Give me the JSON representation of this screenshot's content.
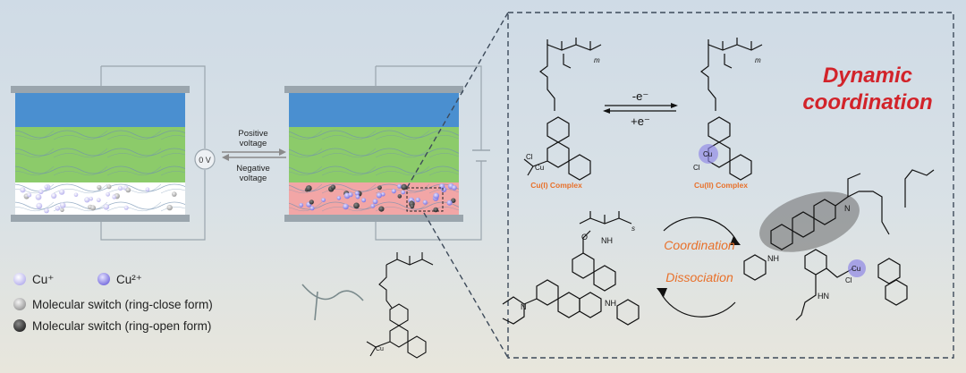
{
  "voltage_meter": "0 V",
  "arrow_top": "Positive voltage",
  "arrow_top_l1": "Positive",
  "arrow_top_l2": "voltage",
  "arrow_bot_l1": "Negative",
  "arrow_bot_l2": "voltage",
  "title_l1": "Dynamic",
  "title_l2": "coordination",
  "redox_top": "-e⁻",
  "redox_bot": "+e⁻",
  "complex_left": "Cu(I) Complex",
  "complex_right": "Cu(II) Complex",
  "coordination": "Coordination",
  "dissociation": "Dissociation",
  "legend": {
    "cu1": "Cu⁺",
    "cu2": "Cu²⁺",
    "closed": "Molecular switch (ring-close form)",
    "open": "Molecular switch (ring-open form)"
  },
  "atoms": {
    "cu": "Cu",
    "cl": "Cl",
    "n": "N",
    "o": "O",
    "nh": "NH",
    "hn": "HN",
    "m": "m",
    "s": "s"
  },
  "colors": {
    "blue_layer": "#4a8fd0",
    "green_layer": "#8ccb6a",
    "pink_layer": "#f2a6a6",
    "electrode": "#9aa5ad",
    "accent_red": "#d2232a",
    "accent_orange": "#e8702a",
    "cu1": "#c9c4f0",
    "cu2": "#8e86e6"
  }
}
